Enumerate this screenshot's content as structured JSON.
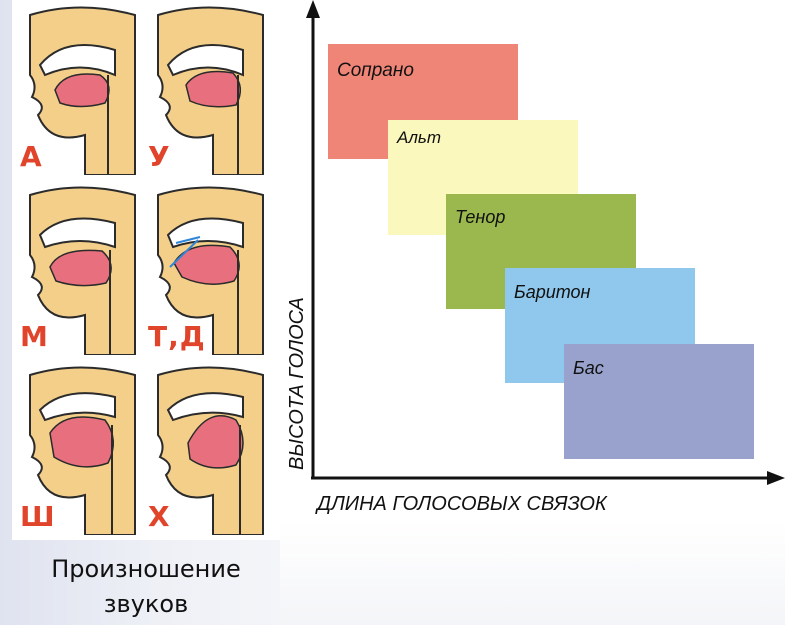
{
  "sounds": [
    {
      "letter": "А"
    },
    {
      "letter": "У"
    },
    {
      "letter": "М"
    },
    {
      "letter": "Т,Д"
    },
    {
      "letter": "Ш"
    },
    {
      "letter": "Х"
    }
  ],
  "caption": {
    "line1": "Произношение",
    "line2": "звуков"
  },
  "chart": {
    "y_axis_label": "ВЫСОТА ГОЛОСА",
    "x_axis_label": "ДЛИНА ГОЛОСОВЫХ СВЯЗОК",
    "voices": [
      {
        "label": "Сопрано",
        "color": "#ef8577"
      },
      {
        "label": "Альт",
        "color": "#fbf8be"
      },
      {
        "label": "Тенор",
        "color": "#9ab84e"
      },
      {
        "label": "Баритон",
        "color": "#8fc8ec"
      },
      {
        "label": "Бас",
        "color": "#98a2cd"
      }
    ]
  },
  "colors": {
    "head": "#f3cf8a",
    "outline": "#2b2b2b",
    "tongue": "#e8707e",
    "letters": "#e0452c",
    "axis": "#111111"
  }
}
